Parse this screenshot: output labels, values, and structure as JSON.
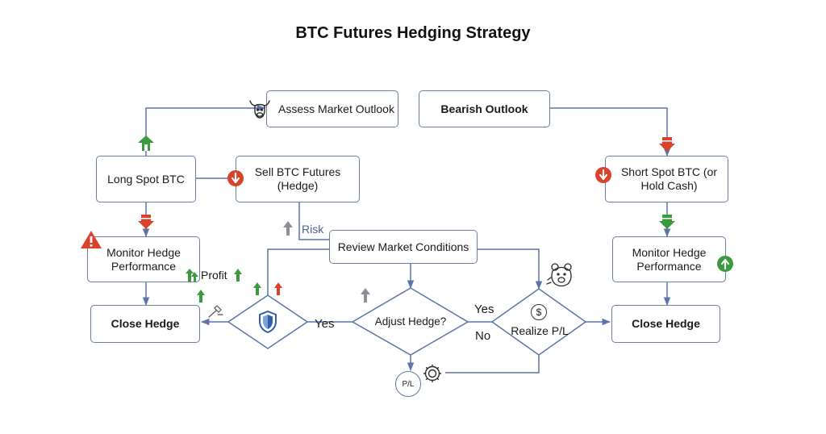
{
  "title": "BTC Futures Hedging Strategy",
  "nodes": {
    "assess_market_outlook": "Assess Market Outlook",
    "bearish_outlook": "Bearish Outlook",
    "long_spot_btc": "Long Spot BTC",
    "sell_btc_futures": "Sell BTC Futures (Hedge)",
    "short_spot_btc": "Short Spot BTC (or Hold Cash)",
    "monitor_hedge_left": "Monitor Hedge Performance",
    "review_market_conditions": "Review Market Conditions",
    "monitor_hedge_right": "Monitor Hedge Performance",
    "close_hedge_left": "Close Hedge",
    "close_hedge_right": "Close Hedge"
  },
  "decisions": {
    "adjust_hedge": "Adjust Hedge?",
    "realize_pl": "Realize P/L"
  },
  "edge_labels": {
    "risk": "Risk",
    "profit": "Profit",
    "yes_left": "Yes",
    "yes_right": "Yes",
    "no": "No",
    "pl_circle": "P/L",
    "dollar": "$"
  },
  "icons": [
    "bull-icon",
    "bear-icon",
    "shield-icon",
    "gear-icon",
    "warning-icon",
    "dollar-icon",
    "hammer-icon"
  ],
  "colors": {
    "line": "#5b74a8",
    "box_border": "#6c7f9e",
    "red": "#d9432b",
    "green": "#3b9a3e",
    "gray": "#8a8f98",
    "shield_blue": "#2f5fa8"
  }
}
